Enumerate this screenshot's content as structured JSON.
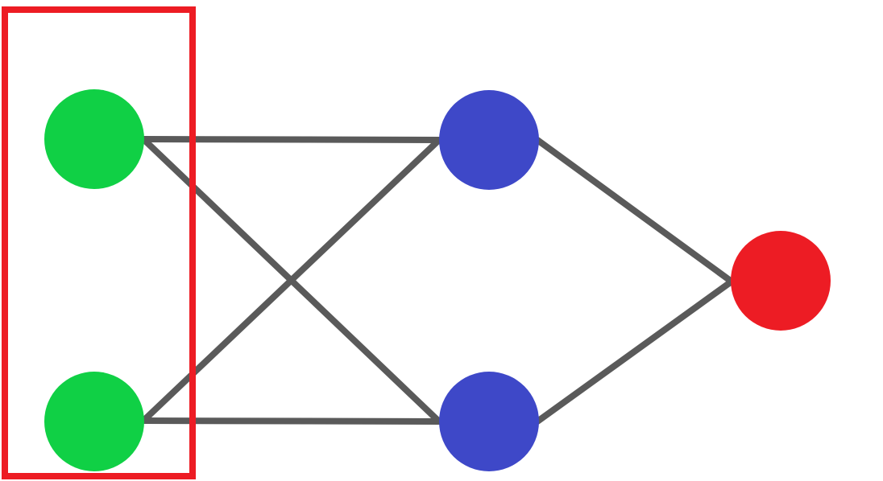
{
  "diagram": {
    "type": "neural-network",
    "layers": [
      {
        "id": "input",
        "node_count": 2,
        "color": "#10D045",
        "highlighted": true
      },
      {
        "id": "hidden",
        "node_count": 2,
        "color": "#3E48C8",
        "highlighted": false
      },
      {
        "id": "output",
        "node_count": 1,
        "color": "#ED1C24",
        "highlighted": false
      }
    ],
    "connections": "fully-connected",
    "edge_color": "#5A5A5A",
    "highlight_color": "#ED1C24"
  }
}
